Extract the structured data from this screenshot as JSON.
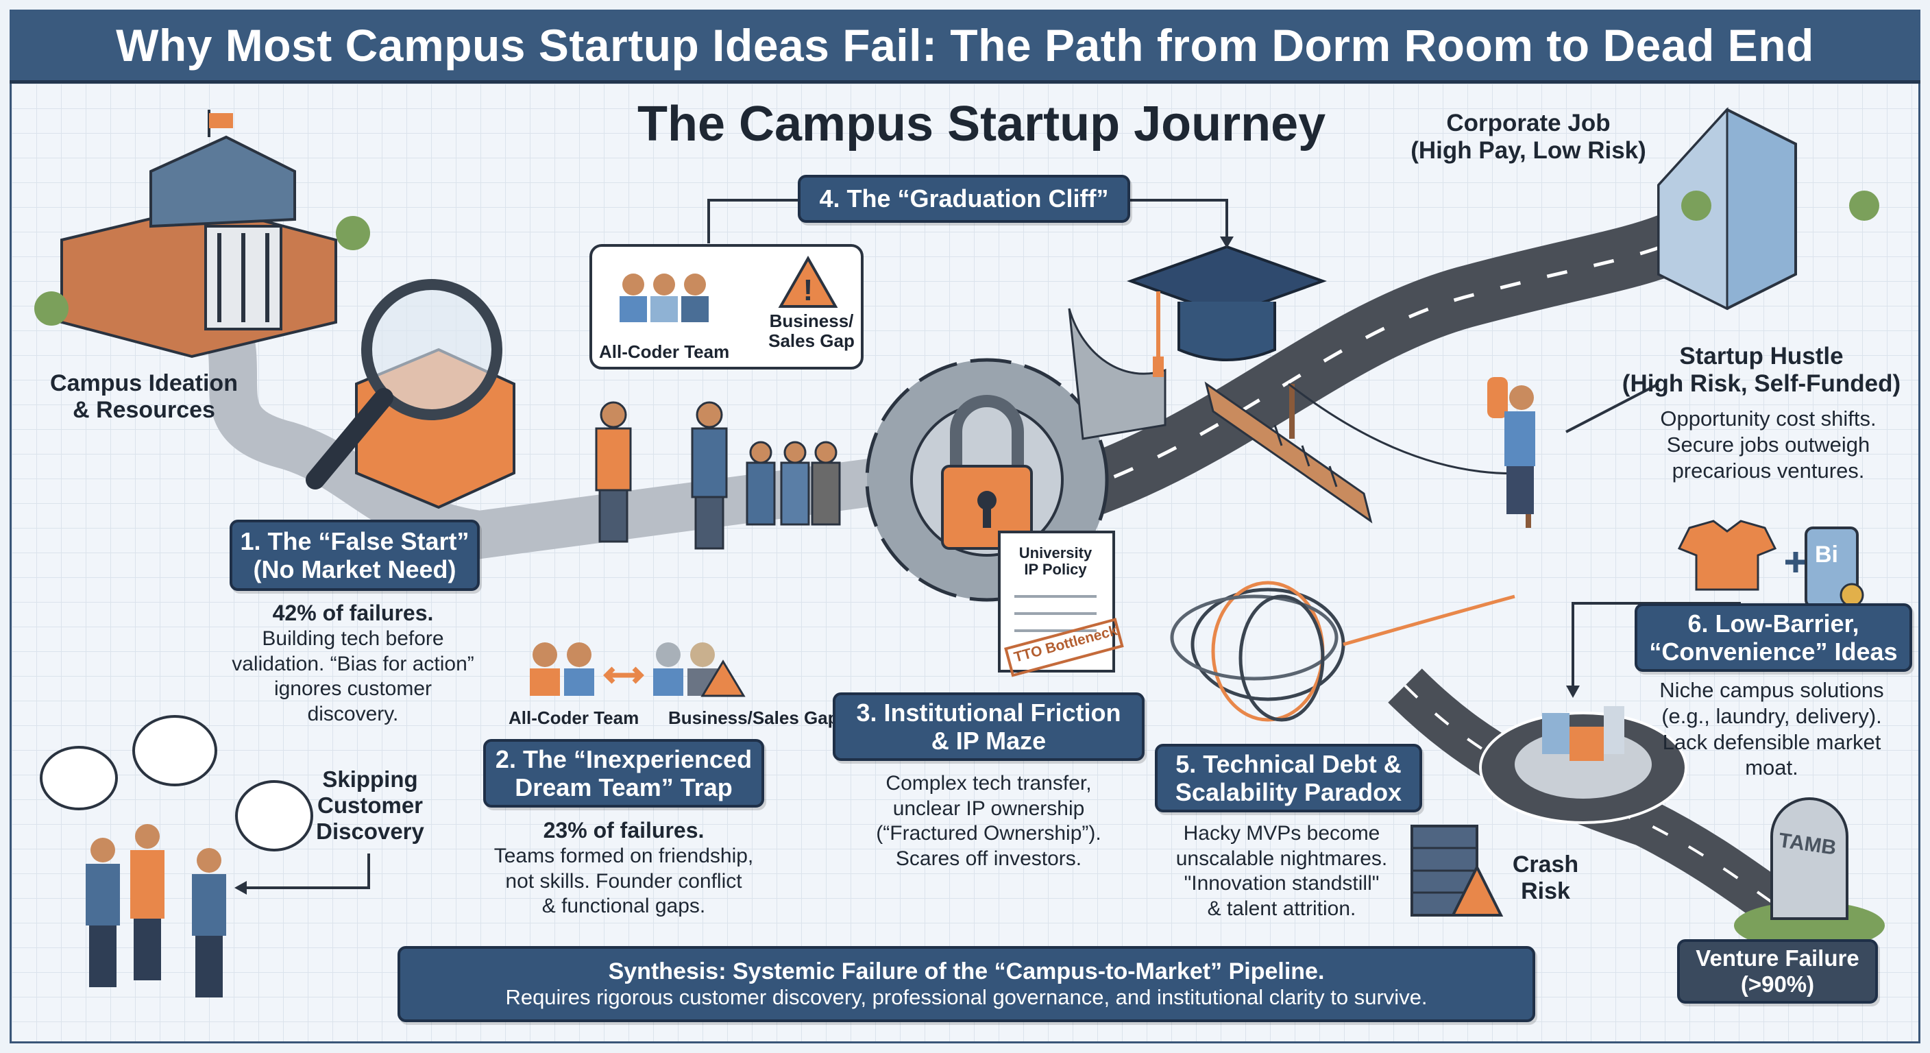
{
  "title": "Why Most Campus Startup Ideas Fail: The Path from Dorm Room to Dead End",
  "subtitle": "The Campus Startup Journey",
  "corporate_job": {
    "line1": "Corporate Job",
    "line2": "(High Pay, Low Risk)"
  },
  "campus": {
    "line1": "Campus Ideation",
    "line2": "& Resources"
  },
  "team_bubble": {
    "left": "All-Coder Team",
    "right1": "Business/",
    "right2": "Sales Gap"
  },
  "steps": [
    {
      "line1": "1. The “False Start”",
      "line2": "(No Market Need)",
      "stat": "42% of failures.",
      "text1": "Building tech before",
      "text2": "validation. “Bias for action”",
      "text3": "ignores customer",
      "text4": "discovery."
    },
    {
      "line1": "2. The “Inexperienced",
      "line2": "Dream Team” Trap",
      "stat": "23% of failures.",
      "text1": "Teams formed on friendship,",
      "text2": "not skills. Founder conflict",
      "text3": "& functional gaps."
    },
    {
      "line1": "3. Institutional Friction",
      "line2": "& IP Maze",
      "text1": "Complex tech transfer,",
      "text2": "unclear IP ownership",
      "text3": "(“Fractured Ownership”).",
      "text4": "Scares off investors."
    },
    {
      "line1": "4. The “Graduation Cliff”"
    },
    {
      "line1": "5. Technical Debt &",
      "line2": "Scalability Paradox",
      "text1": "Hacky MVPs become",
      "text2": "unscalable nightmares.",
      "text3": "\"Innovation standstill\"",
      "text4": "& talent attrition."
    },
    {
      "line1": "6. Low-Barrier,",
      "line2": "“Convenience” Ideas",
      "text1": "Niche campus solutions",
      "text2": "(e.g., laundry, delivery).",
      "text3": "Lack defensible market",
      "text4": "moat."
    }
  ],
  "team_icons": {
    "left": "All-Coder Team",
    "right": "Business/Sales Gap"
  },
  "ip_doc": {
    "line1": "University",
    "line2": "IP Policy",
    "stamp": "TTO Bottleneck"
  },
  "skipping": {
    "line1": "Skipping",
    "line2": "Customer",
    "line3": "Discovery"
  },
  "startup_hustle": {
    "line1": "Startup Hustle",
    "line2": "(High Risk, Self-Funded)",
    "text1": "Opportunity cost shifts.",
    "text2": "Secure jobs outweigh",
    "text3": "precarious ventures."
  },
  "crash": {
    "line1": "Crash",
    "line2": "Risk"
  },
  "app_icon_text": "Bi",
  "tombstone_text": "TAMB",
  "venture_failure": {
    "line1": "Venture Failure",
    "line2": "(>90%)"
  },
  "synthesis": {
    "line1": "Synthesis: Systemic Failure of the “Campus-to-Market” Pipeline.",
    "line2": "Requires rigorous customer discovery, professional governance, and institutional clarity to survive."
  },
  "colors": {
    "navy": "#35557a",
    "orange": "#e8874a",
    "road": "#4a4f57"
  }
}
